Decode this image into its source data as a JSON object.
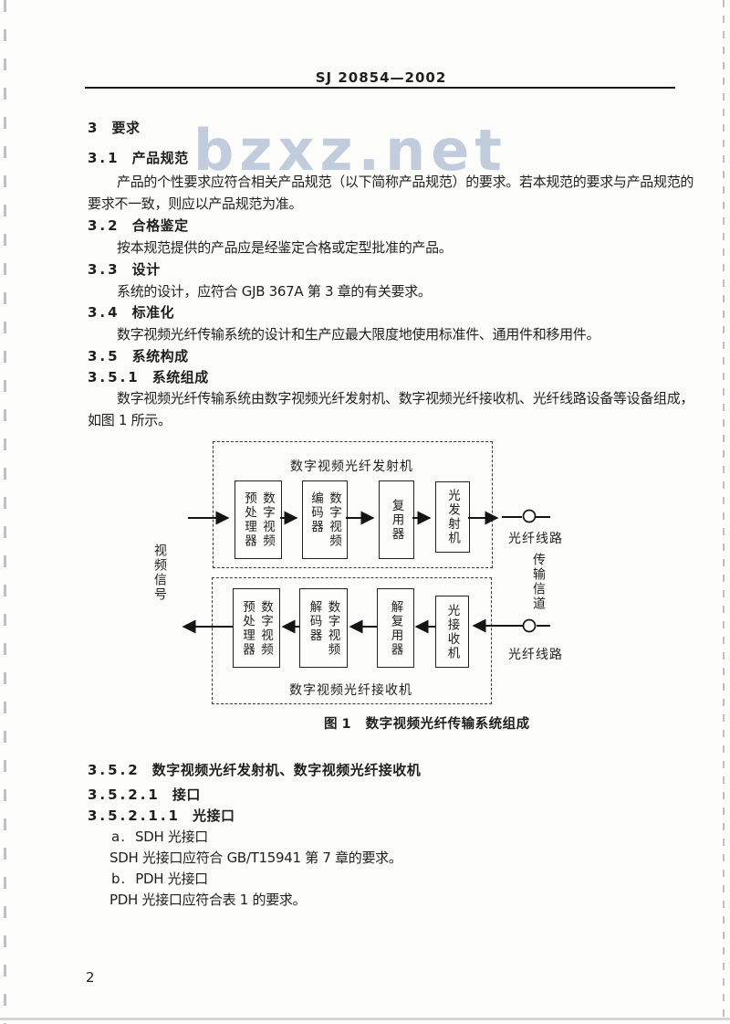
{
  "page": {
    "header": "SJ 20854—2002",
    "watermark": "bzxz.net",
    "page_number": "2"
  },
  "content": {
    "lines": [
      {
        "num": "3",
        "title": "要求"
      },
      {
        "num": "3.1",
        "title": "产品规范"
      },
      {
        "text": "产品的个性要求应符合相关产品规范（以下简称产品规范）的要求。若本规范的要求与产品规范的"
      },
      {
        "text": "要求不一致，则应以产品规范为准。"
      },
      {
        "num": "3.2",
        "title": "合格鉴定"
      },
      {
        "text": "按本规范提供的产品应是经鉴定合格或定型批准的产品。"
      },
      {
        "num": "3.3",
        "title": "设计"
      },
      {
        "text": "系统的设计，应符合 GJB 367A 第 3 章的有关要求。"
      },
      {
        "num": "3.4",
        "title": "标准化"
      },
      {
        "text": "数字视频光纤传输系统的设计和生产应最大限度地使用标准件、通用件和移用件。"
      },
      {
        "num": "3.5",
        "title": "系统构成"
      },
      {
        "num": "3.5.1",
        "title": "系统组成"
      },
      {
        "text": "数字视频光纤传输系统由数字视频光纤发射机、数字视频光纤接收机、光纤线路设备等设备组成，"
      },
      {
        "text": "如图 1 所示。"
      },
      {
        "num": "3.5.2",
        "title": "数字视频光纤发射机、数字视频光纤接收机"
      },
      {
        "num": "3.5.2.1",
        "title": "接口"
      },
      {
        "num": "3.5.2.1.1",
        "title": "光接口"
      },
      {
        "item": "a.",
        "text": "SDH 光接口"
      },
      {
        "text": "SDH 光接口应符合 GB/T15941 第 7 章的要求。"
      },
      {
        "item": "b.",
        "text": "PDH 光接口"
      },
      {
        "text": "PDH 光接口应符合表 1 的要求。"
      }
    ]
  },
  "figure": {
    "caption_prefix": "图 1",
    "caption_title": "数字视频光纤传输系统组成",
    "video_signal_label": "视频信号",
    "channel_label": "传输信道",
    "fiber_line_top": "光纤线路",
    "fiber_line_bottom": "光纤线路",
    "transmitter": {
      "title": "数字视频光纤发射机",
      "blocks": [
        {
          "cols": [
            "数字视频",
            "预处理器"
          ]
        },
        {
          "cols": [
            "数字视频",
            "编码器"
          ]
        },
        {
          "cols": [
            "复用器"
          ]
        },
        {
          "cols": [
            "光发射机"
          ]
        }
      ]
    },
    "receiver": {
      "title": "数字视频光纤接收机",
      "blocks": [
        {
          "cols": [
            "数字视频",
            "预处理器"
          ]
        },
        {
          "cols": [
            "数字视频",
            "解码器"
          ]
        },
        {
          "cols": [
            "解复用器"
          ]
        },
        {
          "cols": [
            "光接收机"
          ]
        }
      ]
    }
  }
}
